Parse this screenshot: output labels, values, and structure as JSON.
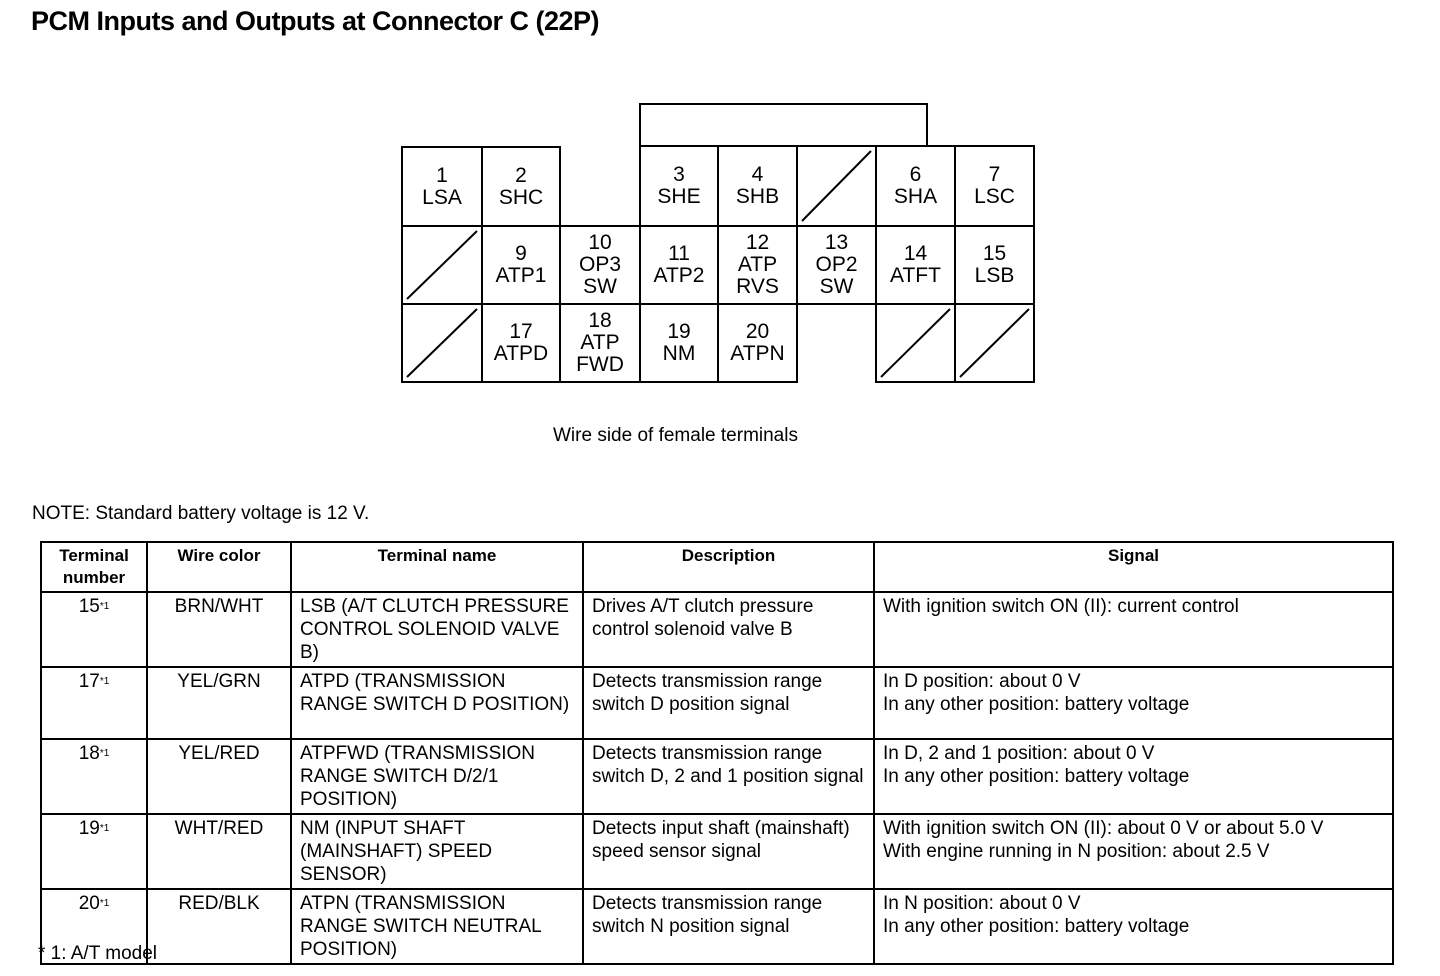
{
  "title": "PCM Inputs and Outputs at Connector C (22P)",
  "connector": {
    "caption": "Wire side of female terminals",
    "row1": [
      {
        "num": "1",
        "name": "LSA"
      },
      {
        "num": "2",
        "name": "SHC"
      },
      {
        "num": "3",
        "name": "SHE"
      },
      {
        "num": "4",
        "name": "SHB"
      },
      {
        "num": "6",
        "name": "SHA"
      },
      {
        "num": "7",
        "name": "LSC"
      }
    ],
    "row2": [
      {
        "num": "9",
        "name": "ATP1"
      },
      {
        "num": "10",
        "name": "OP3 SW"
      },
      {
        "num": "11",
        "name": "ATP2"
      },
      {
        "num": "12",
        "name": "ATP RVS"
      },
      {
        "num": "13",
        "name": "OP2 SW"
      },
      {
        "num": "14",
        "name": "ATFT"
      },
      {
        "num": "15",
        "name": "LSB"
      }
    ],
    "row3": [
      {
        "num": "17",
        "name": "ATPD"
      },
      {
        "num": "18",
        "name": "ATP FWD"
      },
      {
        "num": "19",
        "name": "NM"
      },
      {
        "num": "20",
        "name": "ATPN"
      }
    ]
  },
  "note": "NOTE: Standard battery voltage is 12 V.",
  "table": {
    "headers": {
      "terminal_number": "Terminal number",
      "wire_color": "Wire color",
      "terminal_name": "Terminal name",
      "description": "Description",
      "signal": "Signal"
    },
    "footnote_mark": "*1",
    "rows": [
      {
        "num": "15",
        "wire_color": "BRN/WHT",
        "terminal_name": "LSB (A/T CLUTCH PRESSURE CONTROL SOLENOID VALVE B)",
        "description": "Drives A/T clutch pressure control solenoid valve B",
        "signal": "With ignition switch ON (II): current control"
      },
      {
        "num": "17",
        "wire_color": "YEL/GRN",
        "terminal_name": "ATPD (TRANSMISSION RANGE SWITCH D POSITION)",
        "description": "Detects transmission range switch D position signal",
        "signal": "In D position: about 0 V\nIn any other position: battery voltage"
      },
      {
        "num": "18",
        "wire_color": "YEL/RED",
        "terminal_name": "ATPFWD (TRANSMISSION RANGE SWITCH D/2/1 POSITION)",
        "description": "Detects transmission range switch D, 2 and 1 position signal",
        "signal": "In D, 2 and 1 position: about 0 V\nIn any other position: battery voltage"
      },
      {
        "num": "19",
        "wire_color": "WHT/RED",
        "terminal_name": "NM (INPUT SHAFT (MAINSHAFT) SPEED SENSOR)",
        "description": "Detects input shaft (mainshaft) speed sensor signal",
        "signal": "With ignition switch ON (II): about 0 V or about 5.0 V\nWith engine running in N position: about 2.5 V"
      },
      {
        "num": "20",
        "wire_color": "RED/BLK",
        "terminal_name": "ATPN (TRANSMISSION RANGE SWITCH NEUTRAL POSITION)",
        "description": "Detects transmission range switch N position signal",
        "signal": "In N position: about 0 V\nIn any other position: battery voltage"
      }
    ]
  },
  "footnote": "* 1: A/T model"
}
